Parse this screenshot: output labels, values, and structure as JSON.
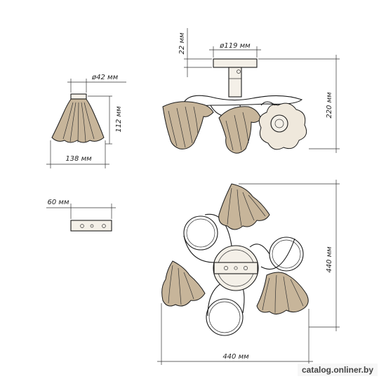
{
  "dimensions": {
    "shade_top_diameter": "ø42 мм",
    "shade_height": "112 мм",
    "shade_bottom_width": "138 мм",
    "bracket_width": "60 мм",
    "canopy_height": "22 мм",
    "canopy_diameter": "ø119 мм",
    "total_height": "220 мм",
    "plan_depth": "440 мм",
    "plan_width": "440 мм"
  },
  "watermark": "catalog.onliner.by",
  "colors": {
    "line": "#1a1a1a",
    "shade_fill": "#c7b59a"
  }
}
